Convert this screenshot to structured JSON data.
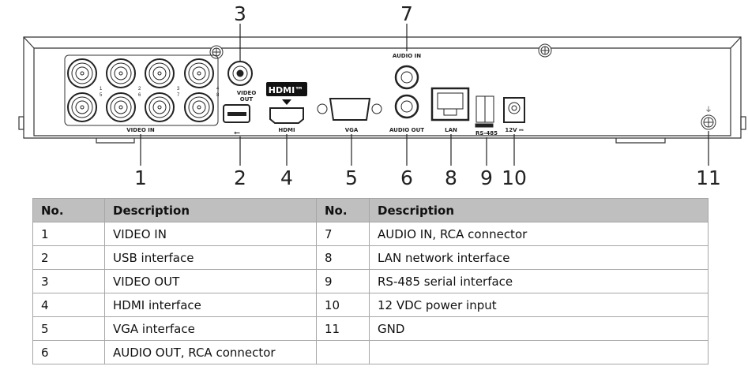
{
  "diagram": {
    "title": "Rear panel",
    "callouts": [
      "1",
      "2",
      "3",
      "4",
      "5",
      "6",
      "7",
      "8",
      "9",
      "10",
      "11"
    ],
    "port_labels": {
      "video_in": "VIDEO IN",
      "video_out_1": "VIDEO",
      "video_out_2": "OUT",
      "hdmi_logo": "HDMI™",
      "hdmi": "HDMI",
      "vga": "VGA",
      "audio_in": "AUDIO IN",
      "audio_out": "AUDIO OUT",
      "lan": "LAN",
      "rs485": "RS-485",
      "power": "12V ⎓",
      "channel_numbers": [
        "1",
        "5",
        "2",
        "6",
        "3",
        "7",
        "4",
        "8"
      ]
    }
  },
  "table": {
    "headers": [
      "No.",
      "Description",
      "No.",
      "Description"
    ],
    "rows": [
      [
        "1",
        "VIDEO IN",
        "7",
        "AUDIO IN, RCA connector"
      ],
      [
        "2",
        "USB interface",
        "8",
        "LAN network interface"
      ],
      [
        "3",
        "VIDEO OUT",
        "9",
        "RS-485 serial interface"
      ],
      [
        "4",
        "HDMI interface",
        "10",
        "12 VDC power input"
      ],
      [
        "5",
        "VGA interface",
        "11",
        "GND"
      ],
      [
        "6",
        "AUDIO OUT, RCA connector",
        "",
        ""
      ]
    ]
  }
}
